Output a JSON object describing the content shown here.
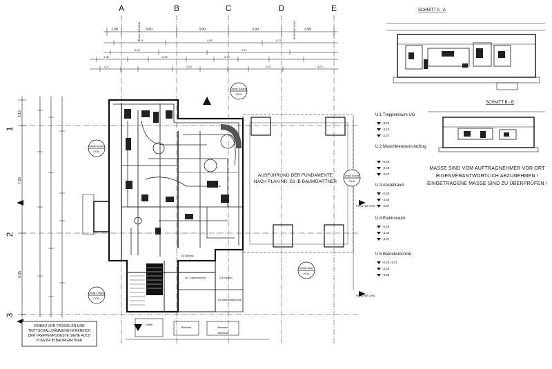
{
  "grid": {
    "columns": [
      "A",
      "B",
      "C",
      "D",
      "E"
    ],
    "rows": [
      "1",
      "2",
      "3"
    ]
  },
  "dimensions": {
    "top_row": [
      "1.00",
      "3.60",
      "3.90",
      "3.90",
      "3.90"
    ],
    "left_col": [
      "2.15",
      "7.80",
      "5.85"
    ],
    "small": [
      "1.36",
      "2.42",
      "3.72",
      "6.14",
      "6.43",
      "4.85",
      "5.27",
      "9.17",
      "2.20",
      "1.97",
      "1.21",
      "3.01"
    ]
  },
  "plan_labels": {
    "plan_nr_top_left": "PLAN NR.0005",
    "plan_nr_top_right": "PLAN NR.0002",
    "plan_nr_right": "PLAN NR.0005",
    "plan_nr_right_low": "PLAN NR.0005",
    "foundation_note": [
      "AUSFÜHRUNG DER FUNDAMENTE",
      "NACH PLAN NR. B1 IB BAUMGARTNER"
    ],
    "bottom_note": [
      "EINBAU VON TROSIOLEN UND",
      "TRITTSCHALLDÄMMUNG IM BEREICH",
      "DER TREPPENPODESTE SIEHE AUCH",
      "PLAN B4 IB BAUMGARTNER"
    ],
    "detail_bubbles": [
      "Detail Sockel",
      "Detail Sockel",
      "Detail Sockel",
      "Detail Stoß",
      "Detail Treppe"
    ],
    "detail_nums": [
      "0016",
      "0016",
      "0016",
      "0016",
      "0016"
    ],
    "tags": [
      "Bestand",
      "Bestand",
      "Bestand",
      "Detail"
    ],
    "room_tags": [
      "U1 Treppenraum",
      "U4 Elektro",
      "U2 Aufzug",
      "U5 Betriebstechnik"
    ]
  },
  "sections": {
    "a_title": "SCHNITT A - A",
    "b_title": "SCHNITT B - B"
  },
  "rooms": [
    {
      "name": "U.1 Treppenraum UG",
      "levels": [
        "-0,26",
        "-3,13",
        "-3,37"
      ]
    },
    {
      "name": "U.2 Maschinenraum Aufzug",
      "levels": [
        "-0,26",
        "-3,45",
        "-3,37"
      ]
    },
    {
      "name": "U.3 Abstellraum",
      "levels": [
        "-0,26",
        "-3,45",
        "-3,37"
      ]
    },
    {
      "name": "U.4 Elektroraum",
      "levels": [
        "-0,26",
        "-3,45",
        "-3,37"
      ]
    },
    {
      "name": "U.5 Betriebstechnik",
      "levels": [
        "-0,26 -3,72",
        "-3,45",
        "-3,53"
      ]
    }
  ],
  "notice": [
    "MASSE SIND VOM AUFTRAGNEHMER VOR ORT",
    "EIGENVERANTWORTLICH ABZUNEHMEN !",
    "EINGETRAGENE MASSE SIND ZU ÜBERPRÜFEN !"
  ]
}
